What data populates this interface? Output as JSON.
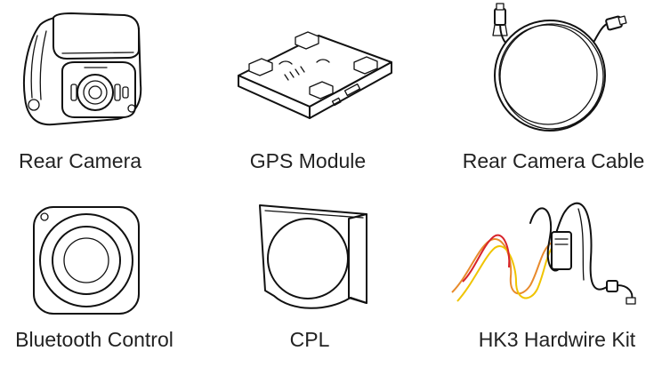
{
  "products": [
    {
      "label": "Rear Camera",
      "icon": "rear-camera-icon"
    },
    {
      "label": "GPS Module",
      "icon": "gps-module-icon"
    },
    {
      "label": "Rear Camera Cable",
      "icon": "rear-camera-cable-icon"
    },
    {
      "label": "Bluetooth Control",
      "icon": "bluetooth-control-icon"
    },
    {
      "label": "CPL",
      "icon": "cpl-filter-icon"
    },
    {
      "label": "HK3 Hardwire Kit",
      "icon": "hardwire-kit-icon"
    }
  ],
  "colors": {
    "line": "#111111",
    "wire_orange": "#e88a2c",
    "wire_yellow": "#f0c400",
    "wire_red": "#d8232a",
    "text": "#222222"
  }
}
